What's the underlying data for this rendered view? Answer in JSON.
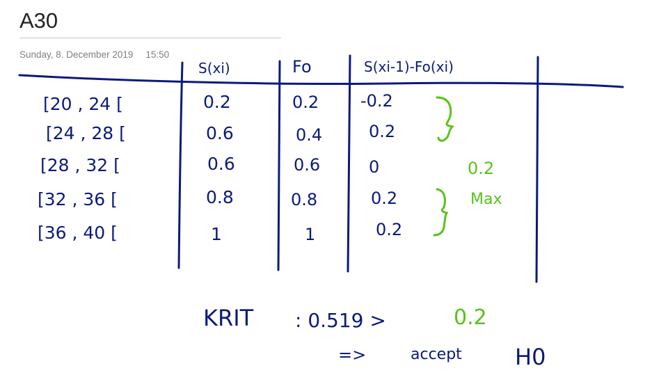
{
  "page": {
    "title": "A30",
    "date": "Sunday, 8. December 2019",
    "time": "15:50"
  },
  "colors": {
    "ink_blue": "#0c1a7a",
    "ink_green": "#59c21a",
    "meta_gray": "#7f7f7f"
  },
  "table": {
    "headers": [
      "S(xi)",
      "Fo",
      "S(xi-1)-Fo(xi)"
    ],
    "rows": [
      {
        "interval": "[20 , 24 [",
        "s": "0.2",
        "fo": "0.2",
        "diff": "-0.2"
      },
      {
        "interval": "[24 , 28 [",
        "s": "0.6",
        "fo": "0.4",
        "diff": "0.2"
      },
      {
        "interval": "[28 , 32 [",
        "s": "0.6",
        "fo": "0.6",
        "diff": "0"
      },
      {
        "interval": "[32 , 36 [",
        "s": "0.8",
        "fo": "0.8",
        "diff": "0.2"
      },
      {
        "interval": "[36 , 40 [",
        "s": "1",
        "fo": "1",
        "diff": "0.2"
      }
    ]
  },
  "annotations": {
    "max_value": "0.2",
    "max_label": "Max"
  },
  "conclusion": {
    "krit_label": "KRIT",
    "krit_expression": ": 0.519 >",
    "krit_compare_value": "0.2",
    "arrow": "=>",
    "decision": "accept",
    "hypothesis": "H0"
  }
}
